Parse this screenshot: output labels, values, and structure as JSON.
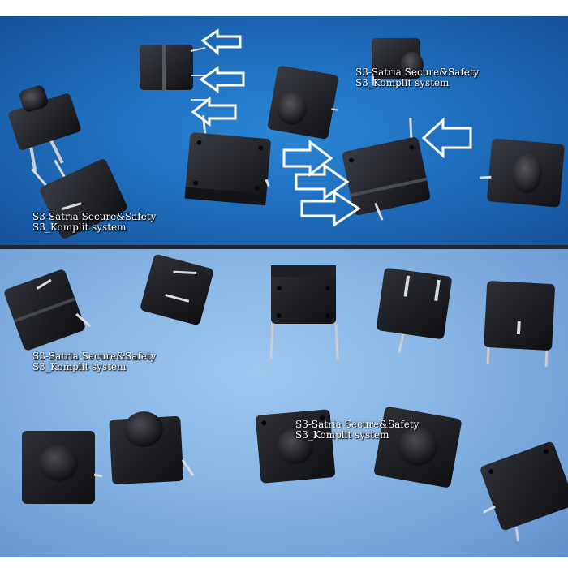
{
  "watermarks": [
    {
      "line1": "S3-Satria Secure&Safety",
      "line2": "S3_Komplit system"
    },
    {
      "line1": "S3-Satria Secure&Safety",
      "line2": "S3_Komplit system"
    },
    {
      "line1": "S3-Satria Secure&Safety",
      "line2": "S3_Komplit system"
    },
    {
      "line1": "S3-Satria Secure&Safety",
      "line2": "S3_Komplit system"
    }
  ],
  "colors": {
    "top_background": "#1f6fbf",
    "bottom_background": "#8ab7e6",
    "switch_body": "#1c1d22",
    "arrow": "#ffffff"
  }
}
